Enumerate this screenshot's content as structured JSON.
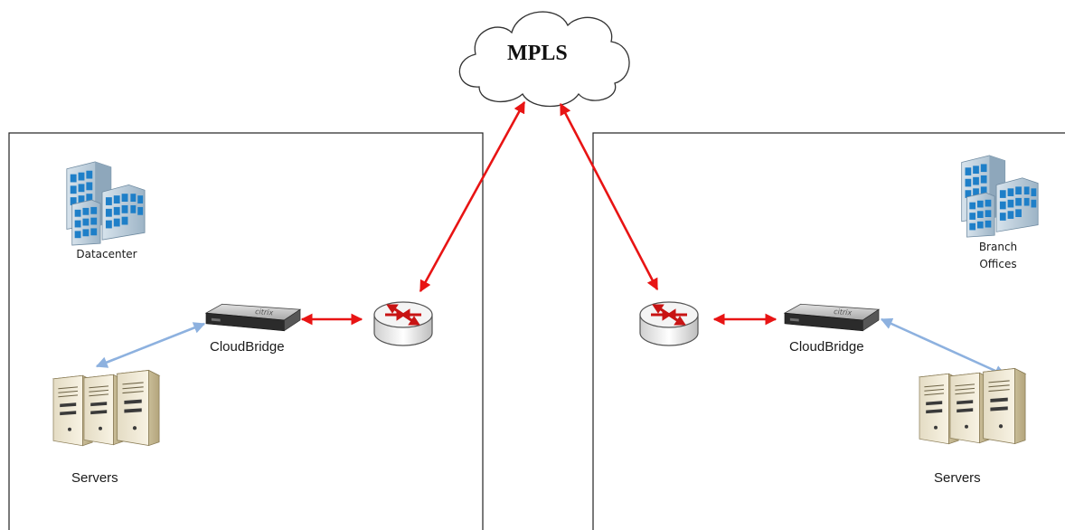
{
  "cloud": {
    "label": "MPLS",
    "icon": "cloud-icon"
  },
  "sites": {
    "datacenter": {
      "name": "Datacenter",
      "appliance_label": "CloudBridge",
      "appliance_brand": "citrix",
      "servers_label": "Servers"
    },
    "branch": {
      "name_line1": "Branch",
      "name_line2": "Offices",
      "appliance_label": "CloudBridge",
      "appliance_brand": "citrix",
      "servers_label": "Servers"
    }
  },
  "colors": {
    "wan_link": "#e81414",
    "lan_link": "#8db1df",
    "site_border": "#222222"
  }
}
